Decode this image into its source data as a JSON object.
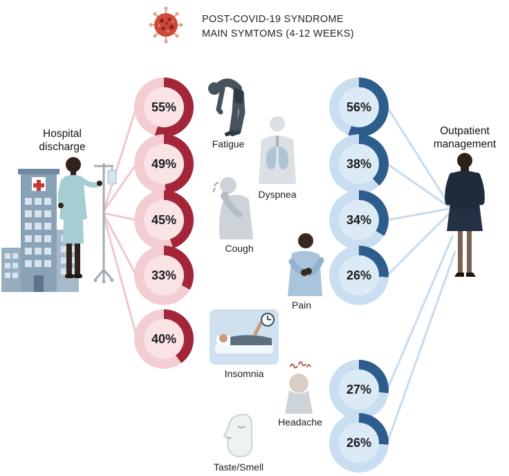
{
  "title": {
    "line1": "POST-COVID-19 SYNDROME",
    "line2": "MAIN SYMTOMS (4-12 WEEKS)"
  },
  "left_group": {
    "label_line1": "Hospital",
    "label_line2": "discharge"
  },
  "right_group": {
    "label_line1": "Outpatient",
    "label_line2": "management"
  },
  "chart_data": {
    "type": "donut",
    "unit": "%",
    "hospital_discharge": [
      {
        "symptom": "Fatigue",
        "label": "55%",
        "value": 55
      },
      {
        "symptom": "Dyspnea",
        "label": "49%",
        "value": 49
      },
      {
        "symptom": "Cough",
        "label": "45%",
        "value": 45
      },
      {
        "symptom": "Pain",
        "label": "33%",
        "value": 33
      },
      {
        "symptom": "Insomnia",
        "label": "40%",
        "value": 40
      }
    ],
    "outpatient_management": [
      {
        "symptom": "Fatigue",
        "label": "56%",
        "value": 56
      },
      {
        "symptom": "Dyspnea",
        "label": "38%",
        "value": 38
      },
      {
        "symptom": "Cough",
        "label": "34%",
        "value": 34
      },
      {
        "symptom": "Pain",
        "label": "26%",
        "value": 26
      },
      {
        "symptom": "Headache",
        "label": "27%",
        "value": 27
      },
      {
        "symptom": "Taste/Smell",
        "label": "26%",
        "value": 26
      }
    ]
  },
  "symptom_labels": [
    "Fatigue",
    "Dyspnea",
    "Cough",
    "Pain",
    "Insomnia",
    "Headache",
    "Taste/Smell"
  ],
  "icons": {
    "header": "coronavirus-icon"
  },
  "colors": {
    "red": {
      "ring": "#a32638",
      "track": "#f3cdd2",
      "fill": "#f9e3e5",
      "line": "#f1c7cc"
    },
    "blue": {
      "ring": "#2c5d8c",
      "track": "#c9def0",
      "fill": "#dceaf6",
      "line": "#c6dcee"
    }
  }
}
